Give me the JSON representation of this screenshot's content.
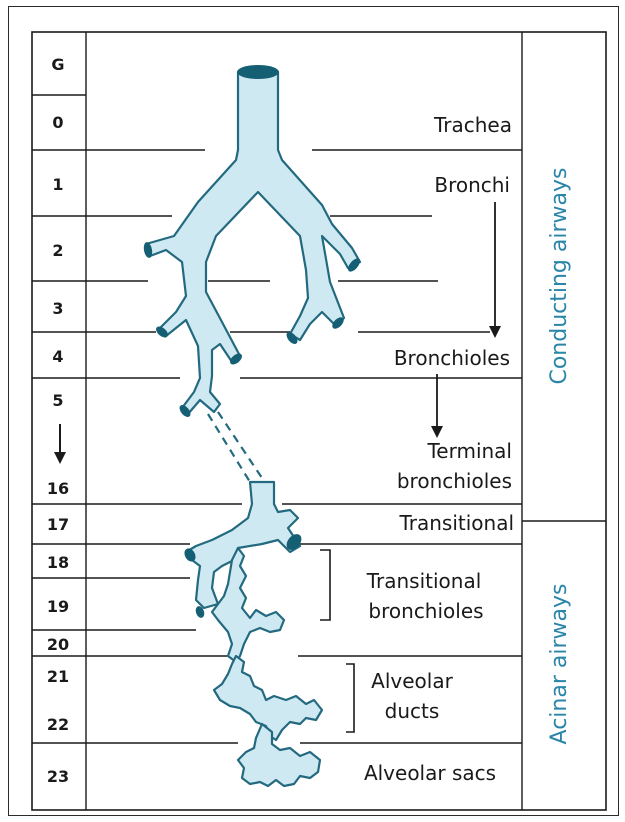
{
  "generation_header": "G",
  "generations": [
    "0",
    "1",
    "2",
    "3",
    "4",
    "5",
    "16",
    "17",
    "18",
    "19",
    "20",
    "21",
    "22",
    "23"
  ],
  "labels": {
    "trachea": "Trachea",
    "bronchi": "Bronchi",
    "bronchioles": "Bronchioles",
    "terminal_line1": "Terminal",
    "terminal_line2": "bronchioles",
    "transitional": "Transitional",
    "trans_bron_line1": "Transitional",
    "trans_bron_line2": "bronchioles",
    "alveolar_ducts_line1": "Alveolar",
    "alveolar_ducts_line2": "ducts",
    "alveolar_sacs": "Alveolar sacs"
  },
  "zones": {
    "conducting": "Conducting airways",
    "acinar": "Acinar airways"
  },
  "colors": {
    "airway_fill": "#cfe9f2",
    "airway_stroke": "#236a80",
    "zone_text": "#2a86a8"
  }
}
